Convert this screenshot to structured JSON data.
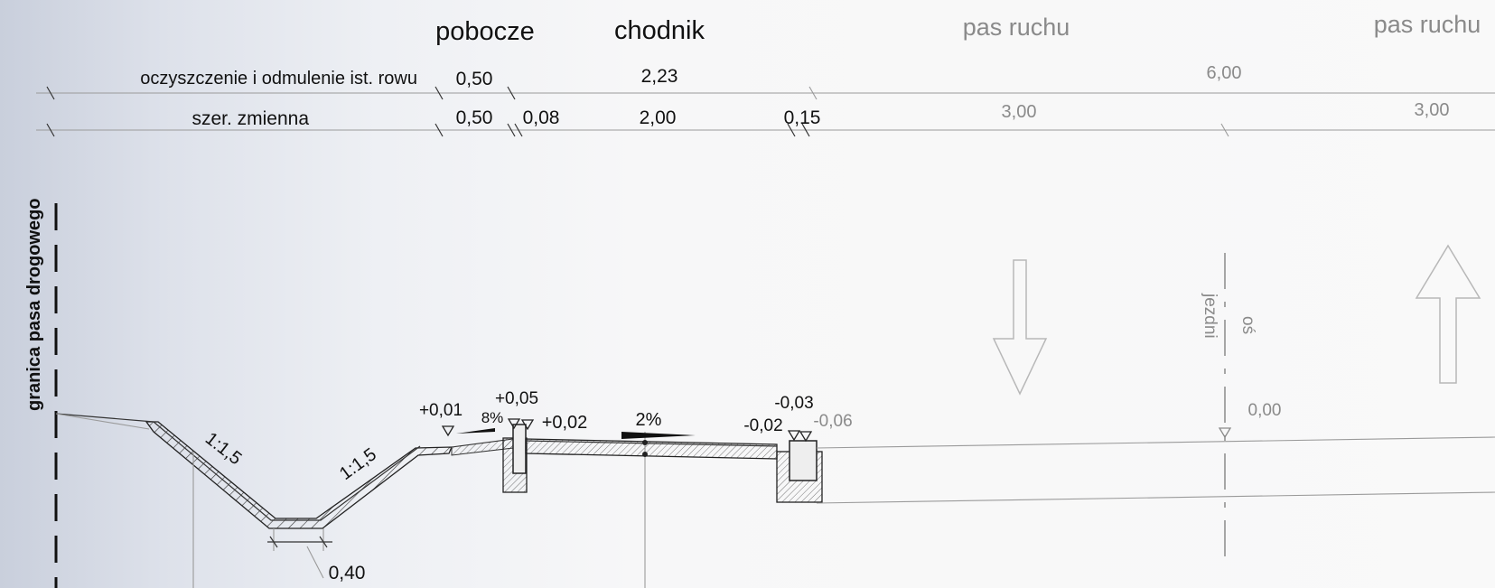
{
  "headers": {
    "pobocze": "pobocze",
    "chodnik": "chodnik",
    "pas_ruchu_1": "pas ruchu",
    "pas_ruchu_2": "pas ruchu"
  },
  "dim_rows": {
    "row1_label": "oczyszczenie i odmulenie ist. rowu",
    "row1_v1": "0,50",
    "row1_v2": "2,23",
    "row1_v3": "6,00",
    "row2_label": "szer. zmienna",
    "row2_v1": "0,50",
    "row2_v2": "0,08",
    "row2_v3": "2,00",
    "row2_v4": "0,15",
    "row2_v5": "3,00",
    "row2_v6": "3,00"
  },
  "vertical_labels": {
    "granica": "granica pasa drogowego",
    "os": "oś",
    "jezdni": "jezdni"
  },
  "levels": {
    "l1": "+0,01",
    "l2": "+0,05",
    "l3": "+0,02",
    "l4": "-0,03",
    "l5": "-0,02",
    "l6": "-0,06",
    "l7": "0,00"
  },
  "slopes": {
    "s1": "1:1,5",
    "s2": "1:1,5",
    "s3": "8%",
    "s4": "2%"
  },
  "bottom": {
    "ditch_width": "0,40"
  },
  "colors": {
    "ink": "#111111",
    "faded": "#8a8a8a"
  }
}
